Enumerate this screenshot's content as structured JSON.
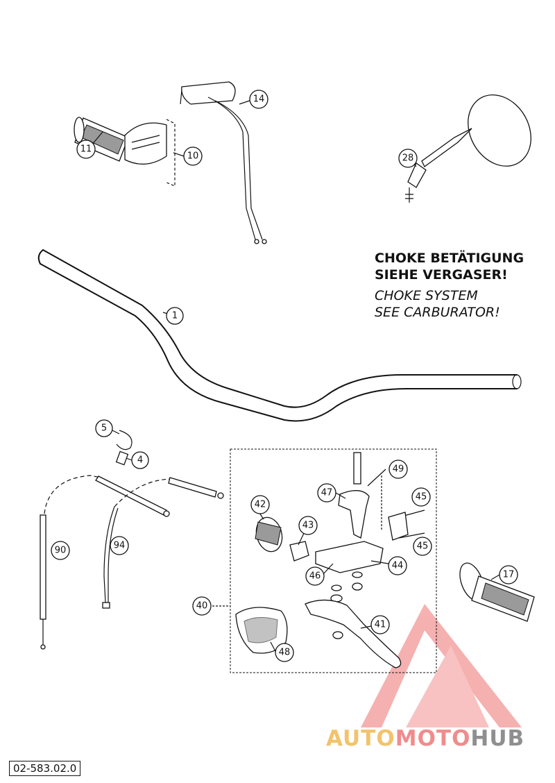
{
  "notes": {
    "de_line1": "CHOKE BETÄTIGUNG",
    "de_line2": "SIEHE VERGASER!",
    "en_line1": "CHOKE SYSTEM",
    "en_line2": "SEE CARBURATOR!"
  },
  "document_number": "02-583.02.0",
  "watermark": {
    "part1": "AUTO",
    "part2": "MOTO",
    "part3": "HUB"
  },
  "callouts": {
    "p1": "1",
    "p4": "4",
    "p5": "5",
    "p10": "10",
    "p11": "11",
    "p14": "14",
    "p17": "17",
    "p28": "28",
    "p40": "40",
    "p41": "41",
    "p42": "42",
    "p43": "43",
    "p44": "44",
    "p45a": "45",
    "p45b": "45",
    "p46": "46",
    "p47": "47",
    "p48": "48",
    "p49": "49",
    "p90": "90",
    "p94": "94"
  }
}
